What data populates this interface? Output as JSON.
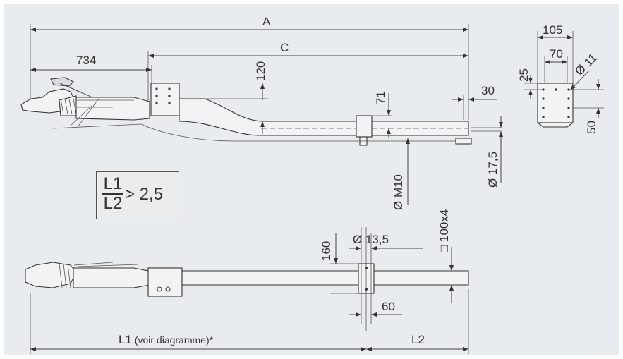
{
  "dimensions": {
    "A": "A",
    "C": "C",
    "d734": "734",
    "d120": "120",
    "d71": "71",
    "d30": "30",
    "m10": "Ø  M10",
    "d17_5": "Ø 17,5",
    "d105": "105",
    "d70": "70",
    "d25": "25",
    "d11": "Ø 11",
    "d50": "50",
    "d160": "160",
    "d13_5": "Ø   13,5",
    "d100x4": "□ 100x4",
    "d60": "60",
    "L1": "L1",
    "L1_note": " (voir diagramme)*",
    "L2": "L2"
  },
  "ratio": {
    "numerator": "L1",
    "denominator": "L2",
    "rest": "> 2,5"
  }
}
